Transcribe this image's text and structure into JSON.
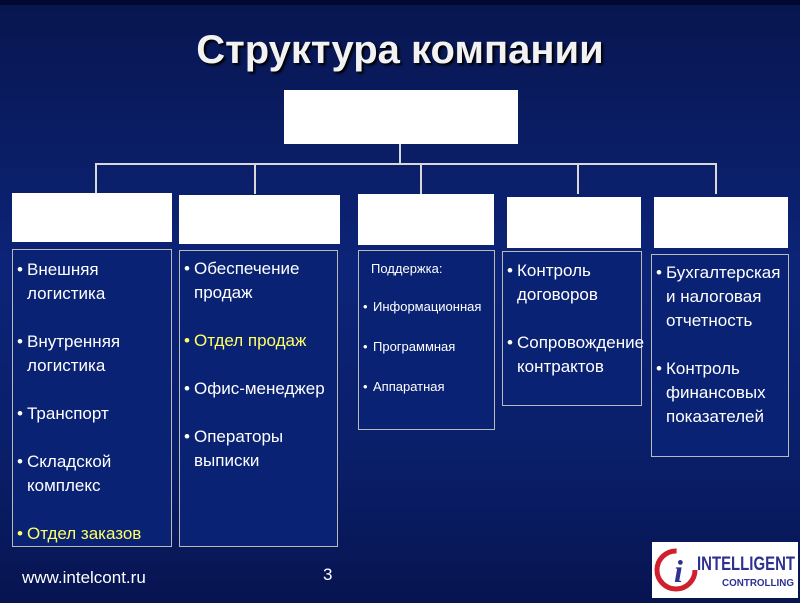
{
  "title": "Структура компании",
  "departments": [
    {
      "items": [
        {
          "text": "Внешняя логистика",
          "hl": false
        },
        {
          "text": "Внутренняя логистика",
          "hl": false
        },
        {
          "text": "Транспорт",
          "hl": false
        },
        {
          "text": "Складской комплекс",
          "hl": false
        },
        {
          "text": "Отдел заказов",
          "hl": true
        }
      ]
    },
    {
      "items": [
        {
          "text": "Обеспечение продаж",
          "hl": false
        },
        {
          "text": "Отдел продаж",
          "hl": true
        },
        {
          "text": "Офис-менеджер",
          "hl": false
        },
        {
          "text": "Операторы выписки",
          "hl": false
        }
      ]
    },
    {
      "heading": "Поддержка:",
      "items": [
        {
          "text": "Информационная",
          "hl": false
        },
        {
          "text": "Программная",
          "hl": false
        },
        {
          "text": "Аппаратная",
          "hl": false
        }
      ]
    },
    {
      "items": [
        {
          "text": "Контроль договоров",
          "hl": false
        },
        {
          "text": "Сопровождение контрактов",
          "hl": false
        }
      ]
    },
    {
      "items": [
        {
          "text": "Бухгалтерская и налоговая отчетность",
          "hl": false
        },
        {
          "text": "Контроль финансовых показателей",
          "hl": false
        }
      ]
    }
  ],
  "footer": {
    "url": "www.intelcont.ru",
    "page": "3"
  },
  "logo": {
    "letter": "i",
    "name": "INTELLIGENT",
    "tagline": "CONTROLLING"
  },
  "colors": {
    "background": "#0c2478",
    "highlight": "#ffff66",
    "logo_red": "#d0202e",
    "logo_blue": "#2e3192"
  }
}
